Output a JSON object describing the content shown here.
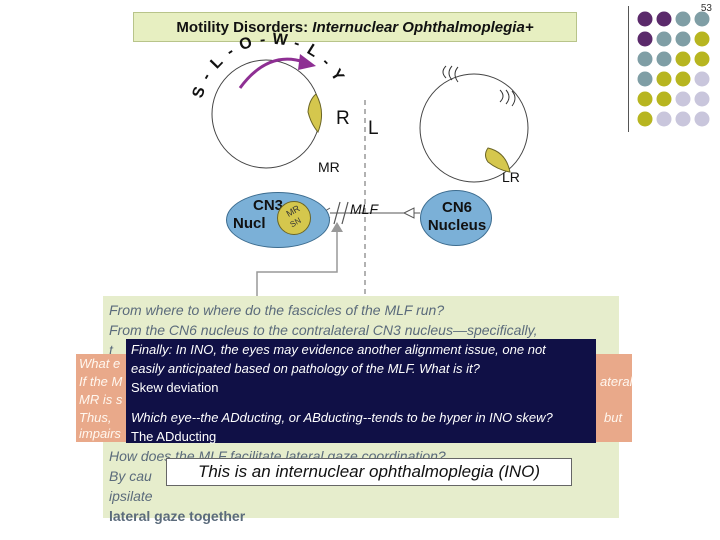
{
  "page_number": "53",
  "title": {
    "prefix": "Motility Disorders: ",
    "italic": "Internuclear Ophthalmoplegia+"
  },
  "diagram": {
    "slowly": "S-L-O-W-L-Y",
    "right_eye": "R",
    "left_eye": "L",
    "mr_label": "MR",
    "lr_label": "LR",
    "cn3_line1": "CN3",
    "cn3_line2": "Nucl",
    "mr_sub": "MR",
    "sn_sub": "SN",
    "mlf_label": "MLF",
    "cn6_line1": "CN6",
    "cn6_line2": "Nucleus"
  },
  "green_panel": {
    "q1": "From where to where do the fascicles of the MLF run?",
    "a1_line1": "From the CN6 nucleus to the contralateral CN3 nucleus—specifically,",
    "a1_line2_fragment": "t",
    "q2_fragment": "How does the MLF facilitate lateral gaze coordination?",
    "a2_prefix": "By cau",
    "a2_ipsi": "ipsilate",
    "a2_bold_tail": "lateral gaze together"
  },
  "salmon_panel": {
    "line1": "What e",
    "line2_left": "If the M",
    "line2_right": "ateral",
    "line3": "MR is s",
    "line4_left": "Thus, ",
    "line4_right": "but",
    "line5": "impairs"
  },
  "dark_box": {
    "q_finally": "Finally: In INO, the eyes may evidence another alignment issue, one not",
    "q_finally2": "easily anticipated based on pathology of the MLF. What is it?",
    "a_skew": "Skew deviation",
    "q_which": "Which eye--the ADducting, or ABducting--tends to be hyper in INO skew?",
    "a_which": "The ADducting"
  },
  "ino_box": "This is an internuclear ophthalmoplegia (INO)",
  "colors": {
    "nucleus": "#7bb0d7",
    "muscle": "#d5c74d",
    "title_bg": "#e7efc1",
    "dark_box": "#101046",
    "salmon": "#e9a98a",
    "arrow": "#8e2f93",
    "dots_purple": "#5b2a6b",
    "dots_teal": "#7f9ea5",
    "dots_olive": "#b7b520",
    "dots_lavender": "#c9c6dc"
  }
}
